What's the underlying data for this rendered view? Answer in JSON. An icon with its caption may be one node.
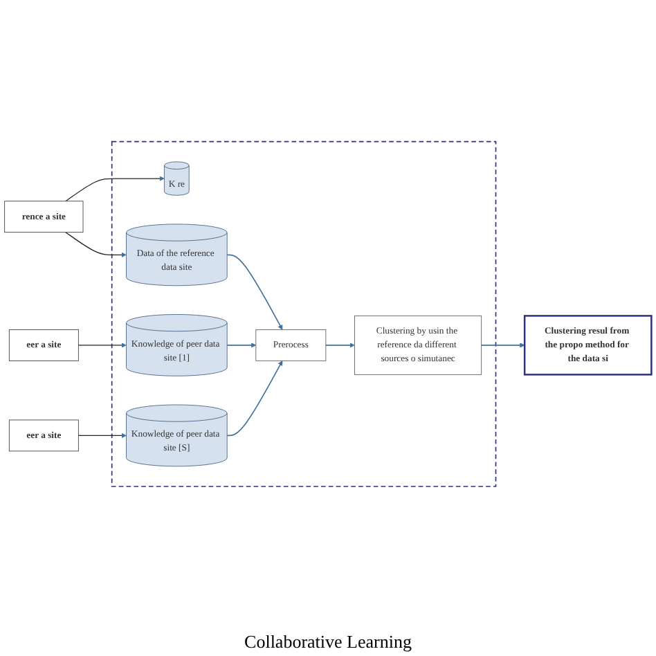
{
  "diagram": {
    "nodes": [
      {
        "text": [],
        "shape": "box"
      },
      {
        "text": [
          "rence a site"
        ]
      },
      {
        "text": [
          "eer a site"
        ]
      },
      {
        "text": [
          "eer a site"
        ]
      },
      {
        "text": [
          "K re"
        ],
        "in": 0
      },
      {
        "text": [
          "Data of the reference data site"
        ],
        "in": 0
      },
      {
        "text": [
          "Knowledge of peer data site [1]"
        ],
        "in": 0
      },
      {
        "text": [
          "Knowledge of peer data site [S]"
        ],
        "in": 0
      },
      {
        "text": [
          "Prerocess"
        ],
        "in": 0
      },
      {
        "text": [
          "Clustering by usin the reference da different sources o simutanec"
        ],
        "in": 0
      },
      {
        "text": [
          "Clustering resul from the propo method for the data si"
        ]
      }
    ],
    "edges": [
      {
        "from": 1,
        "to": 4,
        "arrow": "to",
        "color": "#222222"
      },
      {
        "from": 1,
        "to": 5,
        "arrow": "to",
        "color": "#222222"
      },
      {
        "from": 2,
        "to": 6,
        "arrow": "to",
        "color": "#222222"
      },
      {
        "from": 3,
        "to": 7,
        "arrow": "to",
        "color": "#222222"
      },
      {
        "from": 5,
        "to": 8,
        "arrow": "to"
      },
      {
        "from": 6,
        "to": 8,
        "arrow": "to"
      },
      {
        "from": 7,
        "to": 8,
        "arrow": "to"
      },
      {
        "from": 8,
        "to": 9,
        "arrow": "to"
      },
      {
        "from": 9,
        "to": 10,
        "arrow": "to"
      }
    ],
    "labels": [
      "Collaborative Learning"
    ]
  }
}
